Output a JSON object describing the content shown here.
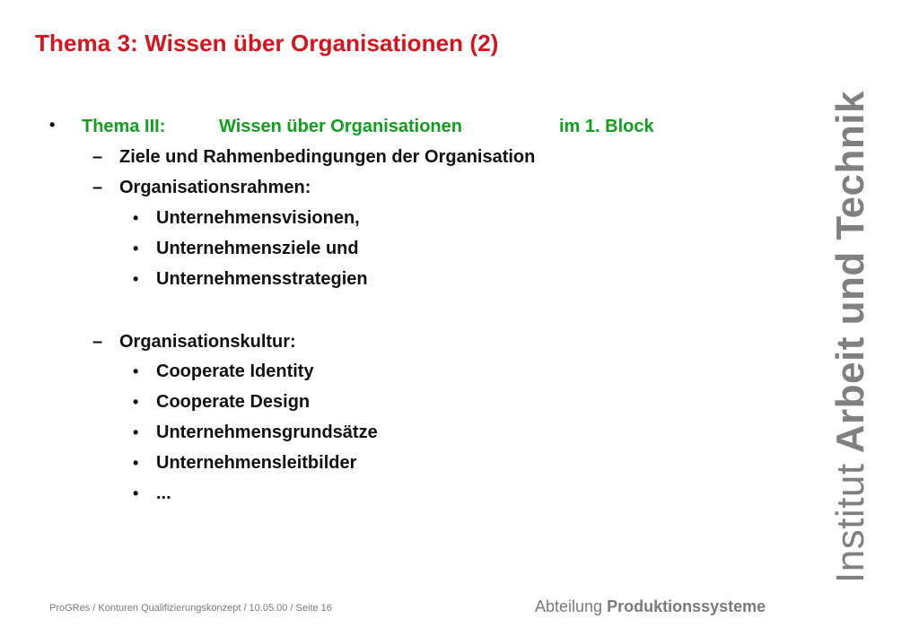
{
  "title": "Thema 3: Wissen über Organisationen (2)",
  "topic": {
    "bullet": "•",
    "label": "Thema III:",
    "subject": "Wissen über Organisationen",
    "block": "im 1. Block"
  },
  "items": {
    "goals": "Ziele und Rahmenbedingungen der Organisation",
    "framework": {
      "label": "Organisationsrahmen:",
      "points": [
        "Unternehmensvisionen,",
        "Unternehmensziele und",
        "Unternehmensstrategien"
      ]
    },
    "culture": {
      "label": "Organisationskultur:",
      "points": [
        "Cooperate Identity",
        "Cooperate Design",
        "Unternehmensgrundsätze",
        "Unternehmensleitbilder",
        "..."
      ]
    }
  },
  "glyphs": {
    "dash": "–",
    "dot": "•"
  },
  "logo": {
    "prefix": "Institut",
    "name": "Arbeit und Technik"
  },
  "footer": {
    "left": "ProGRes / Konturen Qualifizierungskonzept / 10.05.00  / Seite 16",
    "dept_prefix": "Abteilung",
    "dept_name": "Produktionssysteme"
  },
  "colors": {
    "title": "#d7141e",
    "topic": "#10a01e",
    "logo": "#808080"
  }
}
